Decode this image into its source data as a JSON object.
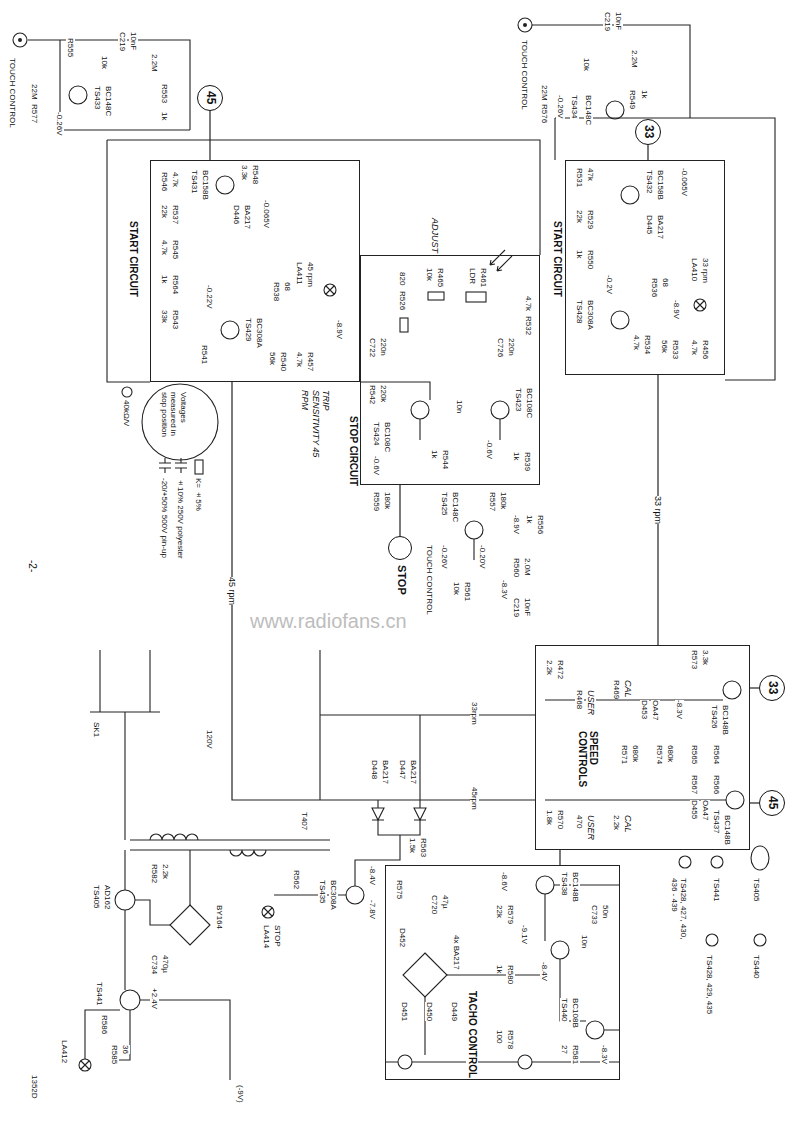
{
  "diagram": {
    "nodes": [
      {
        "text": [
          "45"
        ]
      },
      {
        "text": [
          "33"
        ]
      },
      {
        "text": [
          "START CIRCUIT"
        ]
      },
      {
        "text": [
          "START CIRCUIT"
        ]
      },
      {
        "text": [
          "STOP CIRCUIT"
        ]
      },
      {
        "text": [
          "STOP"
        ]
      },
      {
        "text": [
          "SPEED CONTROLS"
        ]
      },
      {
        "text": [
          "33"
        ]
      },
      {
        "text": [
          "45"
        ]
      },
      {
        "text": [
          "TACHO CONTROL"
        ]
      }
    ],
    "edges": [
      {
        "from": 0,
        "to": 2,
        "arrow": "none"
      },
      {
        "from": 1,
        "to": 3,
        "arrow": "none"
      },
      {
        "from": 5,
        "to": 4,
        "arrow": "none"
      },
      {
        "from": 3,
        "to": 6,
        "label": "33 rpm",
        "arrow": "none"
      },
      {
        "from": 2,
        "to": 6,
        "label": "45 rpm",
        "arrow": "none"
      },
      {
        "from": 7,
        "to": 6,
        "arrow": "none"
      },
      {
        "from": 8,
        "to": 6,
        "arrow": "none"
      },
      {
        "from": 6,
        "to": 9,
        "arrow": "none"
      }
    ],
    "labels": [
      "-2-",
      "TOUCH CONTROL",
      "22M",
      "R577",
      "R555",
      "10k",
      "C219",
      "10nF",
      "TS433",
      "BC148C",
      "-0.26V",
      "2.2M",
      "R553",
      "1k",
      "TS431",
      "BC158B",
      "R546",
      "4.7k",
      "3.3k",
      "R548",
      "D446",
      "BA217",
      "-0.065V",
      "22k",
      "R537",
      "4.7k",
      "R545",
      "1k",
      "R564",
      "33k",
      "R543",
      "-0.22V",
      "TS429",
      "BC308A",
      "R538",
      "68",
      "LA411",
      "45 rpm",
      "R541",
      "56k",
      "R540",
      "4.7k",
      "R457",
      "-8.9V",
      "TRIP SENSITIVITY 45 RPM",
      "Voltages measured in stop position",
      "40kΩ/V",
      "ADJUST",
      "820",
      "R526",
      "10k",
      "R465",
      "LDR",
      "R461",
      "C722",
      "220n",
      "C726",
      "220n",
      "4.7k",
      "R532",
      "R542",
      "220k",
      "TS424",
      "BC108C",
      "10n",
      "1k",
      "R544",
      "-0.6V",
      "TS423",
      "BC108C",
      "-0.6V",
      "1k",
      "R539",
      "R559",
      "180k",
      "R557",
      "180k",
      "TS425",
      "BC148C",
      "-8.9V",
      "1k",
      "R556",
      "-0.20V",
      "TOUCH CONTROL",
      "-0.26V",
      "10k",
      "R561",
      "-8.3V",
      "R560",
      "2.0M",
      "C219",
      "10nF",
      "TOUCH CONTROL",
      "22M",
      "R576",
      "10k",
      "C219",
      "10nF",
      "2.2M",
      "-0.26V",
      "TS434",
      "BC148C",
      "R549",
      "1k",
      "R531",
      "47k",
      "TS432",
      "BC158B",
      "-0.065V",
      "22k",
      "R529",
      "D445",
      "BA217",
      "1k",
      "R550",
      "-0.2V",
      "TS428",
      "BC308A",
      "4.7k",
      "R534",
      "R536",
      "68",
      "LA410",
      "33 rpm",
      "-8.9V",
      "56k",
      "R533",
      "4.7k",
      "R456",
      "R573",
      "3.3k",
      "2.2k",
      "R472",
      "R468",
      "USER",
      "R469",
      "CAL",
      "D453",
      "OA47",
      "TS426",
      "BC148B",
      "-8.3V",
      "R571",
      "680k",
      "R574",
      "680k",
      "R565",
      "R564",
      "R567",
      "R566",
      "D455",
      "OA47",
      "TS437",
      "BC148B",
      "1.8k",
      "R570",
      "470",
      "USER",
      "2.2k",
      "CAL",
      "33rpm",
      "45rpm",
      "D448",
      "BA217",
      "D447",
      "BA217",
      "-8.4V",
      "1.5k",
      "R563",
      "TS435",
      "BC308A",
      "-7.8V",
      "R562",
      "LA414",
      "STOP",
      "120V",
      "SK1",
      "T407",
      "R582",
      "2.2k",
      "TS405",
      "AD162",
      "BY164",
      "C734",
      "470µ",
      "+2.4V",
      "TS441",
      "R586",
      "LA412",
      "R585",
      "36",
      "(-9V)",
      "1352D",
      "-8.6V",
      "TS438",
      "BC148B",
      "R575",
      "C720",
      "47µ",
      "22k",
      "R579",
      "C733",
      "50n",
      "-9.1V",
      "10n",
      "1k",
      "R580",
      "D452",
      "D451",
      "D450",
      "D449",
      "4x BA217",
      "-8.4V",
      "TS440",
      "BC108B",
      "100",
      "R578",
      "27",
      "R581",
      "-8.3V",
      "TS428, 427, 430, 436 - 439",
      "TS441",
      "TS405",
      "TS428, 429, 435",
      "TS440",
      "www.radiofans.cn"
    ],
    "legend": [
      {
        "text": "K= ±5%"
      },
      {
        "text": "±10% 250V polyester"
      },
      {
        "text": "-20/+50% 500V pin-up"
      }
    ]
  }
}
